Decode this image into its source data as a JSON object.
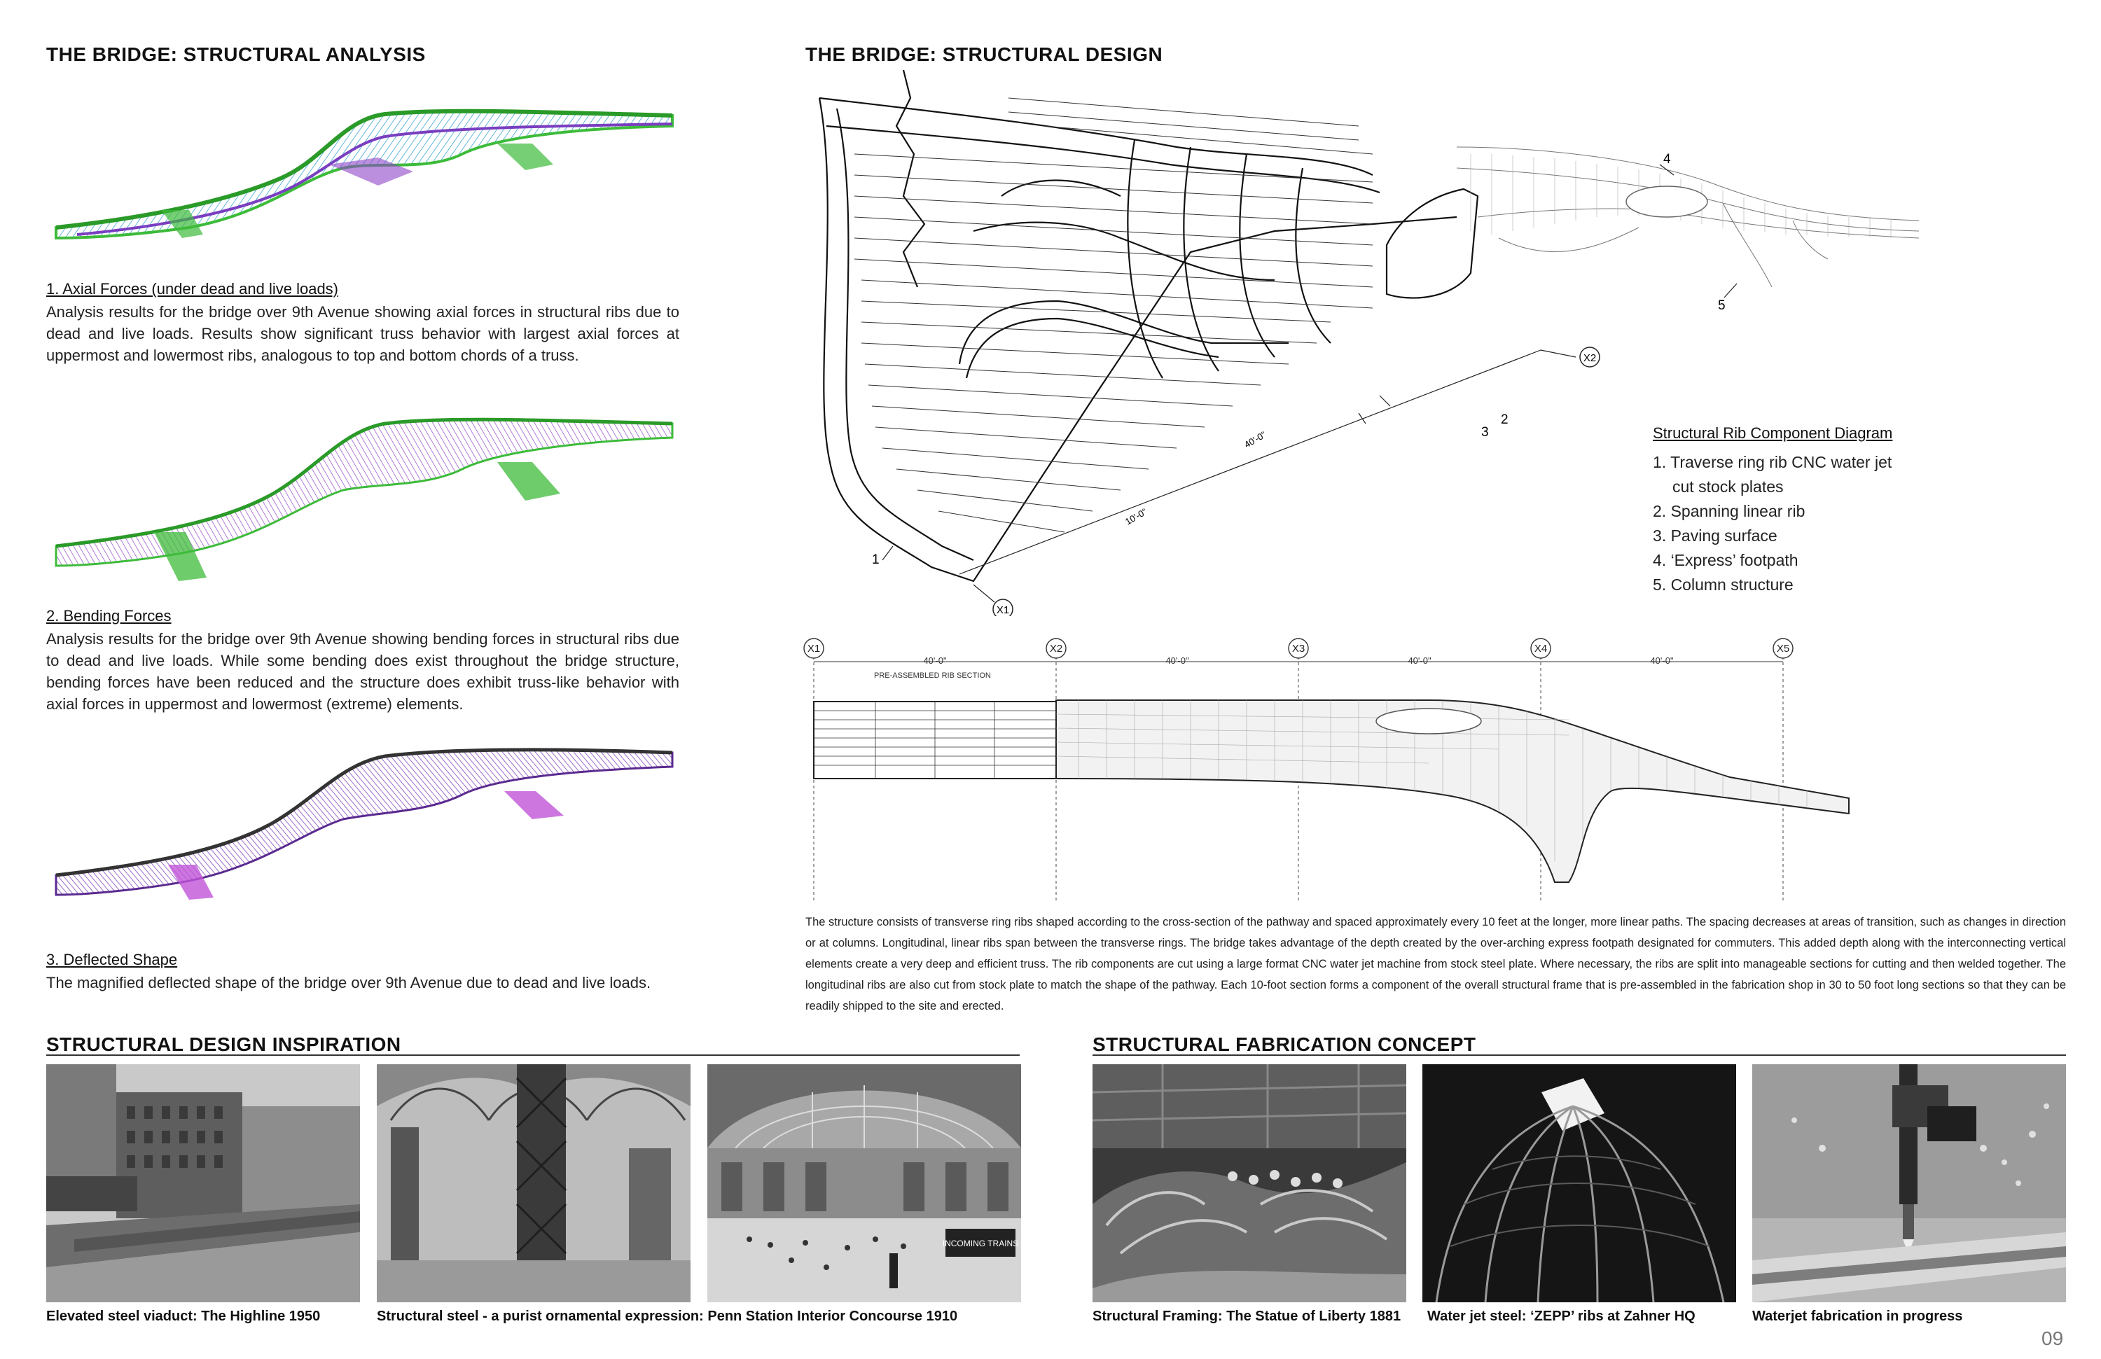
{
  "left": {
    "title": "THE BRIDGE: STRUCTURAL ANALYSIS",
    "sections": [
      {
        "heading": "1. Axial Forces (under dead and live loads)",
        "body": "Analysis results for the bridge over 9th Avenue showing axial forces in structural ribs due to dead and live loads. Results show significant truss behavior with largest axial forces at uppermost and lowermost ribs, analogous to top and bottom chords of a truss."
      },
      {
        "heading": "2. Bending Forces",
        "body": "Analysis results for the bridge over 9th Avenue showing bending forces in structural ribs due to dead and live loads. While some bending does exist throughout the bridge structure, bending forces have been reduced and the structure does exhibit truss-like behavior with axial forces in uppermost and lowermost (extreme) elements."
      },
      {
        "heading": "3. Deflected Shape",
        "body": "The magnified deflected shape of the bridge over 9th Avenue due to dead and live loads."
      }
    ]
  },
  "right": {
    "title": "THE BRIDGE: STRUCTURAL DESIGN",
    "diagram_callouts": [
      "1",
      "2",
      "3",
      "4",
      "5",
      "X1",
      "X2",
      "40'-0\"",
      "10'-0\""
    ],
    "legend": {
      "heading": "Structural Rib Component Diagram",
      "items": [
        "1. Traverse ring rib CNC water jet",
        "cut stock  plates",
        "2. Spanning linear rib",
        "3. Paving surface",
        "4. ‘Express’ footpath",
        "5. Column structure"
      ]
    },
    "elevation": {
      "grid_labels": [
        "X1",
        "X2",
        "X3",
        "X4",
        "X5"
      ],
      "spans": [
        "40'-0\"",
        "40'-0\"",
        "40'-0\"",
        "40'-0\""
      ],
      "section_note": "PRE-ASSEMBLED RIB SECTION"
    },
    "description": "The structure consists of transverse ring ribs shaped according to the cross-section of the pathway and spaced approximately every 10 feet at the longer, more linear paths. The spacing decreases at areas of transition, such as changes in direction or at columns. Longitudinal, linear ribs span between the transverse rings. The bridge takes advantage of the depth created by the over-arching express footpath designated for commuters. This added depth along with the interconnecting vertical elements create a very deep and efficient truss. The rib components are cut using a large format CNC water jet machine from stock steel plate. Where necessary, the ribs are split into manageable sections for cutting and then welded together. The longitudinal ribs are also cut from stock plate to match the shape of the pathway. Each 10-foot section forms a component of the overall structural frame that is pre-assembled in the fabrication shop in 30 to 50 foot long sections so that they can be readily shipped to the site and erected."
  },
  "inspiration": {
    "title": "STRUCTURAL DESIGN INSPIRATION",
    "captions": [
      "Elevated steel viaduct: The Highline 1950",
      "Structural steel - a purist ornamental expression: Penn Station Interior Concourse 1910"
    ],
    "sign_text": "INCOMING TRAINS"
  },
  "fabrication": {
    "title": "STRUCTURAL FABRICATION CONCEPT",
    "captions": [
      "Structural Framing: The Statue of Liberty 1881",
      "Water jet steel: ‘ZEPP’ ribs at Zahner HQ",
      "Waterjet fabrication in progress"
    ]
  },
  "page_number": "09",
  "colors": {
    "axial_green": "#3dbb3a",
    "bending_purple": "#8e44c8",
    "rule": "#333333"
  }
}
